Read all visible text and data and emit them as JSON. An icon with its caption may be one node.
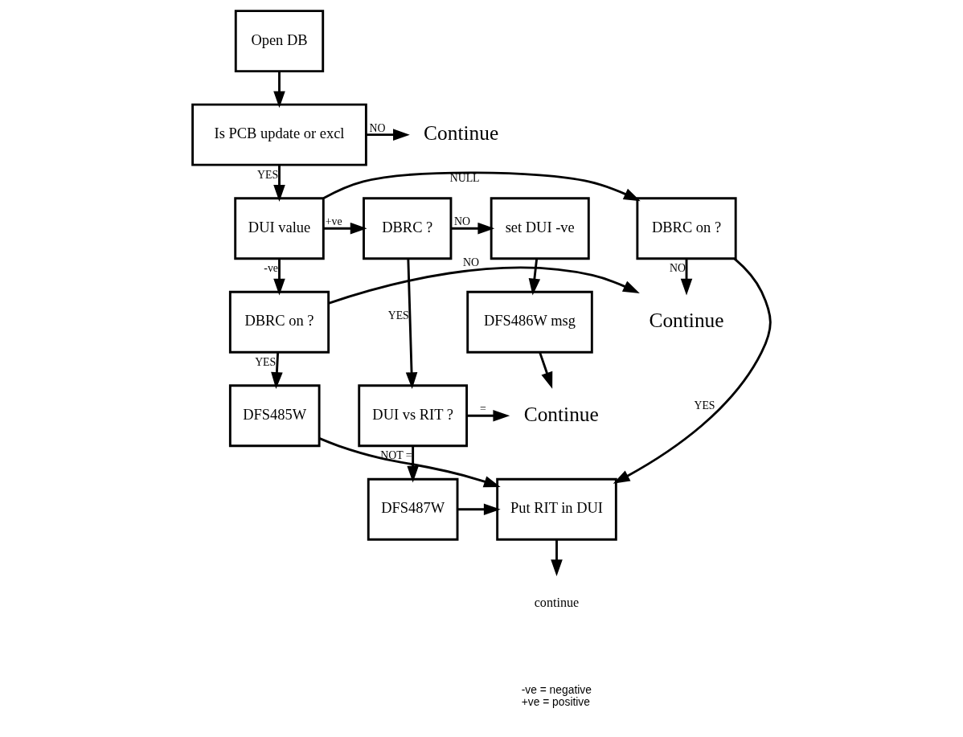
{
  "diagram": {
    "nodes": [
      {
        "text": [
          "Open DB"
        ]
      },
      {
        "text": [
          "Is PCB update or excl"
        ]
      },
      {
        "text": [
          "Continue"
        ]
      },
      {
        "text": [
          "DBRC on ?"
        ]
      },
      {
        "text": [
          "DUI value"
        ]
      },
      {
        "text": [
          "DBRC ?"
        ]
      },
      {
        "text": [
          "set DUI -ve"
        ]
      },
      {
        "text": [
          "Continue"
        ]
      },
      {
        "text": [
          "DBRC on ?"
        ]
      },
      {
        "text": [
          "DFS486W msg"
        ]
      },
      {
        "text": [
          "DFS485W"
        ]
      },
      {
        "text": [
          "DUI vs RIT ?"
        ]
      },
      {
        "text": [
          "Continue"
        ]
      },
      {
        "text": [
          "DFS487W"
        ]
      },
      {
        "text": [
          "Put RIT in DUI"
        ]
      },
      {
        "text": [
          "continue"
        ]
      }
    ],
    "edges": [
      {
        "from": 0,
        "to": 1,
        "arrow": "to"
      },
      {
        "from": 1,
        "to": 2,
        "arrow": "to",
        "label": "NO"
      },
      {
        "from": 1,
        "to": 4,
        "arrow": "to",
        "label": "YES"
      },
      {
        "from": 4,
        "to": 3,
        "arrow": "to",
        "label": "NULL"
      },
      {
        "from": 4,
        "to": 5,
        "arrow": "to",
        "label": "+ve"
      },
      {
        "from": 4,
        "to": 8,
        "arrow": "to",
        "label": "-ve"
      },
      {
        "from": 3,
        "to": 7,
        "arrow": "to",
        "label": "NO"
      },
      {
        "from": 3,
        "to": 14,
        "arrow": "to",
        "label": "YES"
      },
      {
        "from": 5,
        "to": 6,
        "arrow": "to",
        "label": "NO"
      },
      {
        "from": 5,
        "to": 11,
        "arrow": "to",
        "label": "YES"
      },
      {
        "from": 6,
        "to": 9,
        "arrow": "to"
      },
      {
        "from": 9,
        "to": 12,
        "arrow": "to"
      },
      {
        "from": 8,
        "to": 7,
        "arrow": "to",
        "label": "NO"
      },
      {
        "from": 8,
        "to": 10,
        "arrow": "to",
        "label": "YES"
      },
      {
        "from": 10,
        "to": 14,
        "arrow": "to"
      },
      {
        "from": 11,
        "to": 12,
        "arrow": "to",
        "label": "="
      },
      {
        "from": 11,
        "to": 13,
        "arrow": "to",
        "label": "NOT ="
      },
      {
        "from": 13,
        "to": 14,
        "arrow": "to"
      },
      {
        "from": 14,
        "to": 15,
        "arrow": "to"
      }
    ],
    "labels": [
      "-ve = negative",
      "+ve = positive"
    ]
  }
}
